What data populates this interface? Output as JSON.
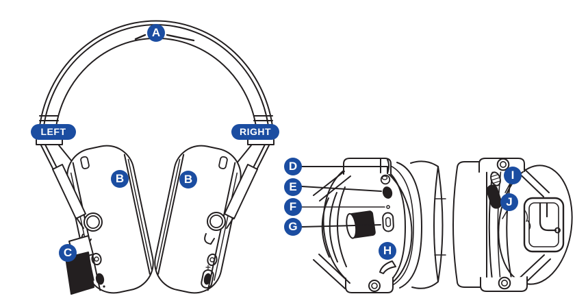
{
  "front_view": {
    "markers": {
      "left": "LEFT",
      "right": "RIGHT"
    },
    "callouts": {
      "headband": "A",
      "left_earcup": "B",
      "right_earcup": "B",
      "microphone": "C"
    }
  },
  "side_view": {
    "callouts": {
      "d": "D",
      "e": "E",
      "f": "F",
      "g": "G",
      "h": "H",
      "i": "I",
      "j": "J"
    }
  },
  "colors": {
    "badge_blue": "#1b4da1",
    "line_black": "#231f20",
    "background": "#ffffff"
  }
}
